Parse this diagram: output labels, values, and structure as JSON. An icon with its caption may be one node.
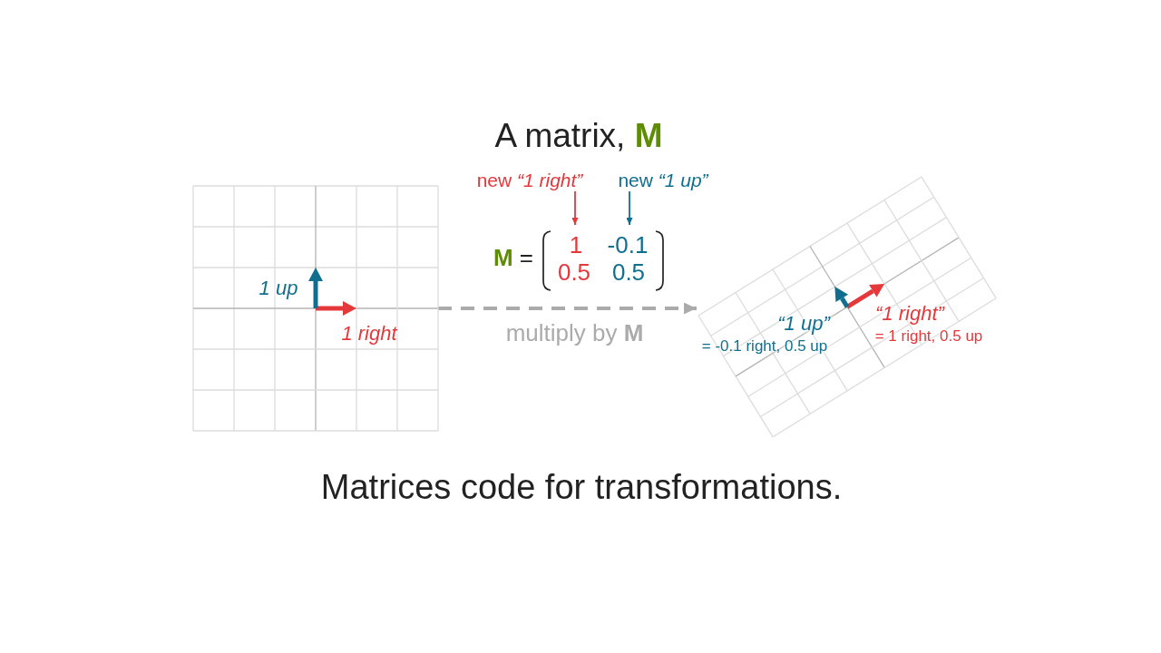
{
  "diagram": {
    "title": "A matrix, **M**",
    "caption": "Matrices code for transformations.",
    "nodes": [
      {
        "text": [],
        "shape": "grid"
      },
      {
        "text": [
          "new *“1 right”*"
        ]
      },
      {
        "text": [
          "new *“1 up”*"
        ]
      },
      {
        "text": [
          "1",
          "-0.1",
          "0.5",
          "0.5"
        ]
      },
      {
        "text": [],
        "shape": "grid"
      }
    ],
    "edges": [
      {
        "from": 1,
        "to": 3,
        "arrow": "to",
        "color": "#e5383b"
      },
      {
        "from": 2,
        "to": 3,
        "arrow": "to",
        "color": "#106f8f"
      },
      {
        "from": 0,
        "to": 4,
        "arrow": "to",
        "style": "dashed",
        "color": "#ababab",
        "label": "multiply by **M**"
      }
    ],
    "labels": [
      "1 up",
      "1 right",
      "**M** =",
      "“1 up”",
      "= -0.1 right, 0.5 up",
      "“1 right”",
      "= 1 right, 0.5 up"
    ]
  }
}
